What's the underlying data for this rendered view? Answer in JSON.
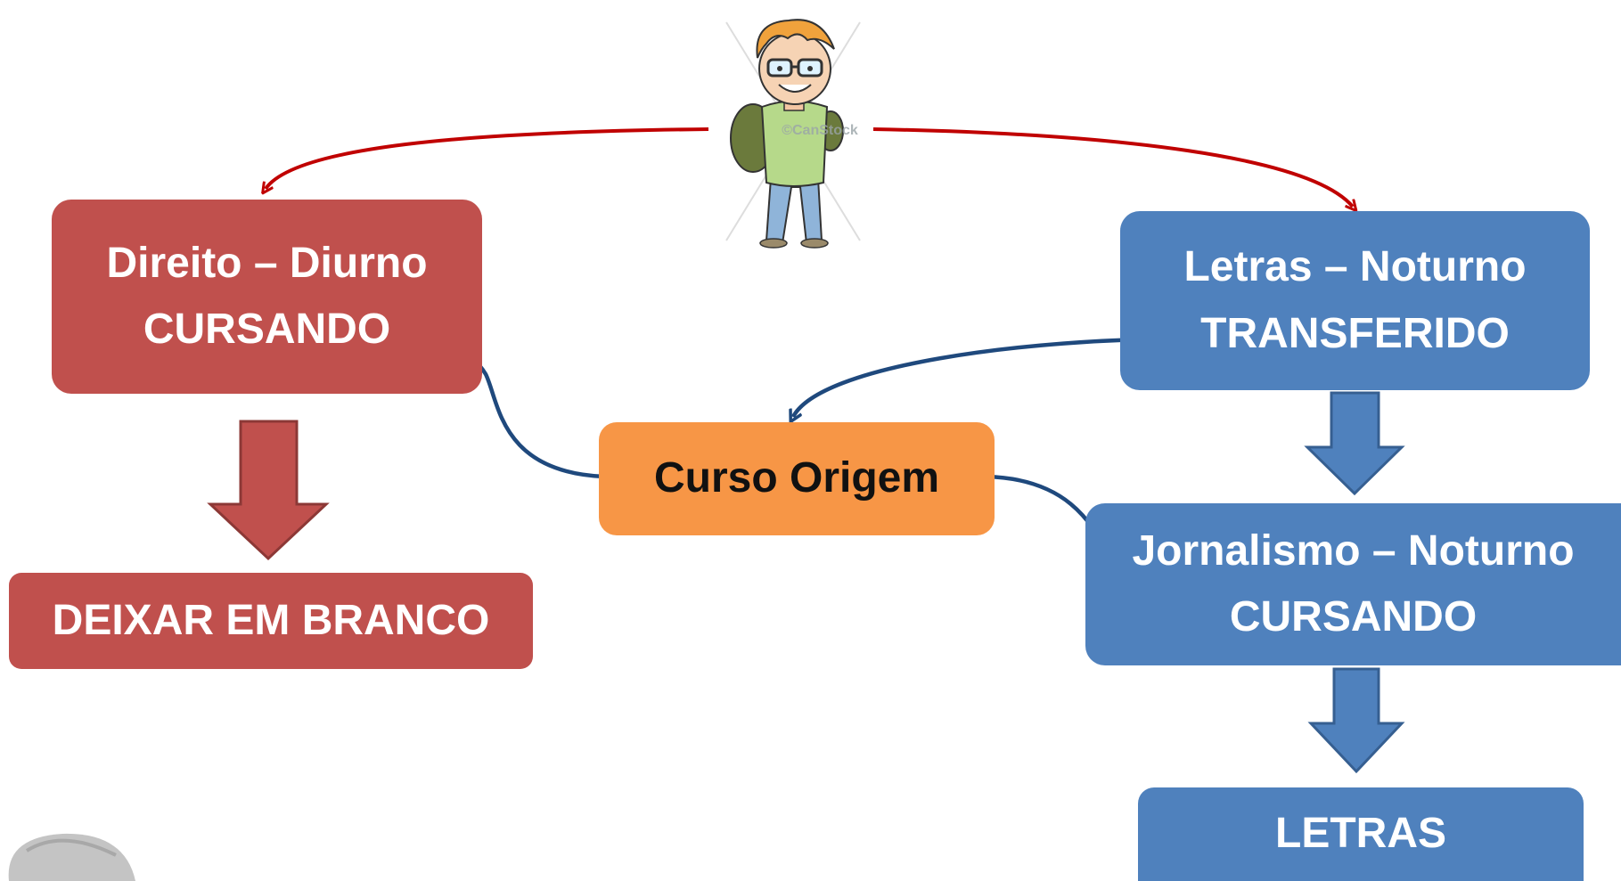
{
  "colors": {
    "red_box": "#c0504d",
    "blue_box": "#4f81bd",
    "orange_box": "#f79646",
    "red_connector": "#c00000",
    "blue_connector": "#1f497d"
  },
  "student_figure": {
    "icon": "student-with-backpack",
    "watermark": "©CanStock"
  },
  "boxes": {
    "direito": {
      "line1": "Direito – Diurno",
      "line2": "CURSANDO"
    },
    "deixar": {
      "line1": "DEIXAR EM BRANCO"
    },
    "curso_origem": {
      "line1": "Curso Origem"
    },
    "letras": {
      "line1": "Letras – Noturno",
      "line2": "TRANSFERIDO"
    },
    "jornalismo": {
      "line1": "Jornalismo – Noturno",
      "line2": "CURSANDO"
    },
    "letras_final": {
      "line1": "LETRAS"
    }
  }
}
